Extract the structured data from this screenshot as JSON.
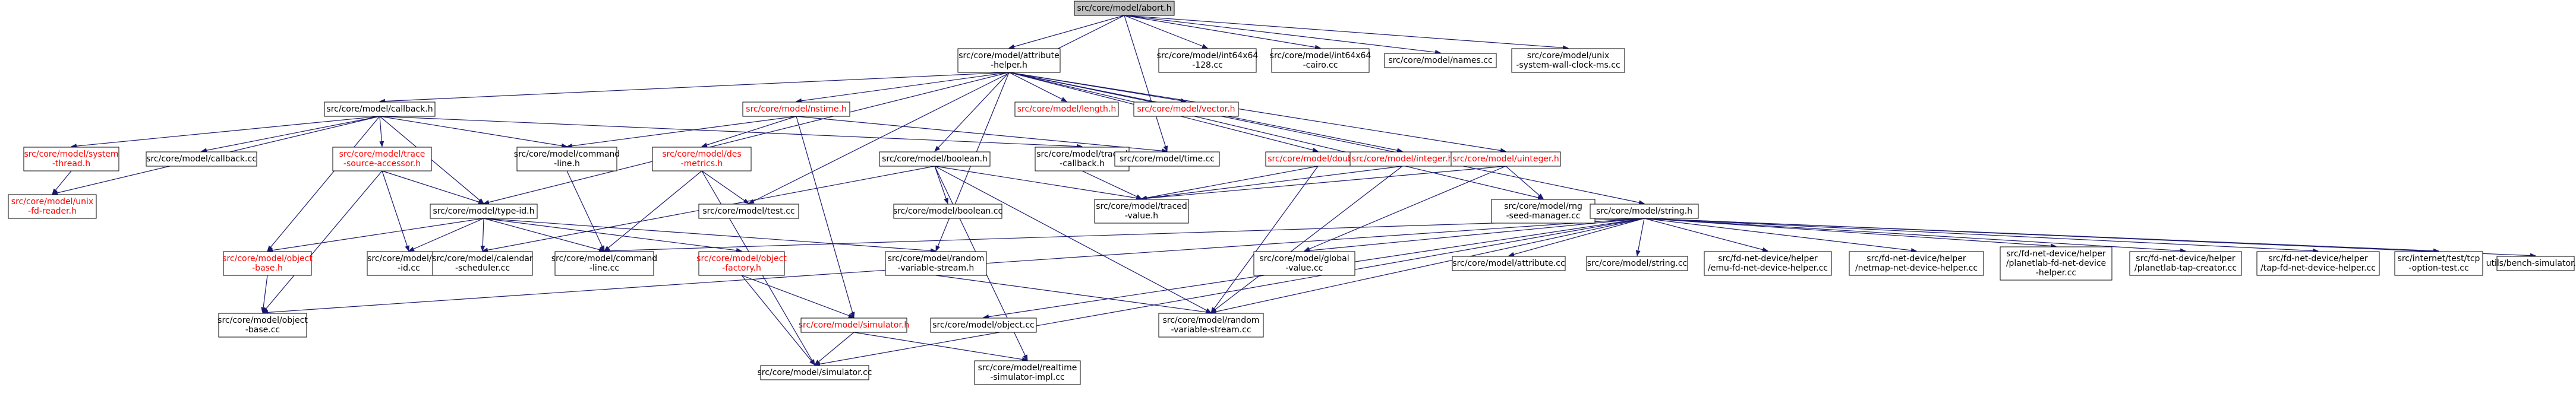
{
  "colors": {
    "edge": "#191970",
    "text_default": "#000000",
    "text_red": "#ff0000",
    "root_fill": "#bfbfbf",
    "node_fill": "#ffffff",
    "border": "#000000"
  },
  "nodes": [
    {
      "id": "abort",
      "lines": [
        "src/core/model/abort.h"
      ],
      "style": "root"
    },
    {
      "id": "attribute_helper",
      "lines": [
        "src/core/model/attribute",
        "-helper.h"
      ],
      "style": "normal"
    },
    {
      "id": "int64x64_128",
      "lines": [
        "src/core/model/int64x64",
        "-128.cc"
      ],
      "style": "normal"
    },
    {
      "id": "int64x64_cairo",
      "lines": [
        "src/core/model/int64x64",
        "-cairo.cc"
      ],
      "style": "normal"
    },
    {
      "id": "names_cc",
      "lines": [
        "src/core/model/names.cc"
      ],
      "style": "normal"
    },
    {
      "id": "unix_wall_clock",
      "lines": [
        "src/core/model/unix",
        "-system-wall-clock-ms.cc"
      ],
      "style": "normal"
    },
    {
      "id": "callback_h",
      "lines": [
        "src/core/model/callback.h"
      ],
      "style": "normal"
    },
    {
      "id": "nstime_h",
      "lines": [
        "src/core/model/nstime.h"
      ],
      "style": "red"
    },
    {
      "id": "length_h",
      "lines": [
        "src/core/model/length.h"
      ],
      "style": "red"
    },
    {
      "id": "vector_h",
      "lines": [
        "src/core/model/vector.h"
      ],
      "style": "red"
    },
    {
      "id": "system_thread",
      "lines": [
        "src/core/model/system",
        "-thread.h"
      ],
      "style": "red"
    },
    {
      "id": "callback_cc",
      "lines": [
        "src/core/model/callback.cc"
      ],
      "style": "normal"
    },
    {
      "id": "trace_source_accessor",
      "lines": [
        "src/core/model/trace",
        "-source-accessor.h"
      ],
      "style": "red"
    },
    {
      "id": "command_line_h",
      "lines": [
        "src/core/model/command",
        "-line.h"
      ],
      "style": "normal"
    },
    {
      "id": "des_metrics",
      "lines": [
        "src/core/model/des",
        "-metrics.h"
      ],
      "style": "red"
    },
    {
      "id": "boolean_h",
      "lines": [
        "src/core/model/boolean.h"
      ],
      "style": "normal"
    },
    {
      "id": "traced_callback",
      "lines": [
        "src/core/model/traced",
        "-callback.h"
      ],
      "style": "normal"
    },
    {
      "id": "time_cc",
      "lines": [
        "src/core/model/time.cc"
      ],
      "style": "normal"
    },
    {
      "id": "double_h",
      "lines": [
        "src/core/model/double.h"
      ],
      "style": "red"
    },
    {
      "id": "integer_h",
      "lines": [
        "src/core/model/integer.h"
      ],
      "style": "red"
    },
    {
      "id": "uinteger_h",
      "lines": [
        "src/core/model/uinteger.h"
      ],
      "style": "red"
    },
    {
      "id": "unix_fd_reader",
      "lines": [
        "src/core/model/unix",
        "-fd-reader.h"
      ],
      "style": "red"
    },
    {
      "id": "type_id_h",
      "lines": [
        "src/core/model/type-id.h"
      ],
      "style": "normal"
    },
    {
      "id": "test_cc",
      "lines": [
        "src/core/model/test.cc"
      ],
      "style": "normal"
    },
    {
      "id": "boolean_cc",
      "lines": [
        "src/core/model/boolean.cc"
      ],
      "style": "normal"
    },
    {
      "id": "traced_value",
      "lines": [
        "src/core/model/traced",
        "-value.h"
      ],
      "style": "normal"
    },
    {
      "id": "rng_seed_manager",
      "lines": [
        "src/core/model/rng",
        "-seed-manager.cc"
      ],
      "style": "normal"
    },
    {
      "id": "string_h",
      "lines": [
        "src/core/model/string.h"
      ],
      "style": "normal"
    },
    {
      "id": "object_base_h",
      "lines": [
        "src/core/model/object",
        "-base.h"
      ],
      "style": "red"
    },
    {
      "id": "type_id_cc",
      "lines": [
        "src/core/model/type",
        "-id.cc"
      ],
      "style": "normal"
    },
    {
      "id": "calendar_scheduler",
      "lines": [
        "src/core/model/calendar",
        "-scheduler.cc"
      ],
      "style": "normal"
    },
    {
      "id": "command_line_cc",
      "lines": [
        "src/core/model/command",
        "-line.cc"
      ],
      "style": "normal"
    },
    {
      "id": "object_factory",
      "lines": [
        "src/core/model/object",
        "-factory.h"
      ],
      "style": "red"
    },
    {
      "id": "random_variable_stream_h",
      "lines": [
        "src/core/model/random",
        "-variable-stream.h"
      ],
      "style": "normal"
    },
    {
      "id": "global_value",
      "lines": [
        "src/core/model/global",
        "-value.cc"
      ],
      "style": "normal"
    },
    {
      "id": "attribute_cc",
      "lines": [
        "src/core/model/attribute.cc"
      ],
      "style": "normal"
    },
    {
      "id": "string_cc",
      "lines": [
        "src/core/model/string.cc"
      ],
      "style": "normal"
    },
    {
      "id": "emu_fd",
      "lines": [
        "src/fd-net-device/helper",
        "/emu-fd-net-device-helper.cc"
      ],
      "style": "normal"
    },
    {
      "id": "netmap_fd",
      "lines": [
        "src/fd-net-device/helper",
        "/netmap-net-device-helper.cc"
      ],
      "style": "normal"
    },
    {
      "id": "planetlab_fd",
      "lines": [
        "src/fd-net-device/helper",
        "/planetlab-fd-net-device",
        "-helper.cc"
      ],
      "style": "normal"
    },
    {
      "id": "planetlab_tap",
      "lines": [
        "src/fd-net-device/helper",
        "/planetlab-tap-creator.cc"
      ],
      "style": "normal"
    },
    {
      "id": "tap_fd",
      "lines": [
        "src/fd-net-device/helper",
        "/tap-fd-net-device-helper.cc"
      ],
      "style": "normal"
    },
    {
      "id": "tcp_option_test",
      "lines": [
        "src/internet/test/tcp",
        "-option-test.cc"
      ],
      "style": "normal"
    },
    {
      "id": "bench_simulator",
      "lines": [
        "utils/bench-simulator.cc"
      ],
      "style": "normal"
    },
    {
      "id": "object_base_cc",
      "lines": [
        "src/core/model/object",
        "-base.cc"
      ],
      "style": "normal"
    },
    {
      "id": "simulator_h",
      "lines": [
        "src/core/model/simulator.h"
      ],
      "style": "red"
    },
    {
      "id": "object_cc",
      "lines": [
        "src/core/model/object.cc"
      ],
      "style": "normal"
    },
    {
      "id": "random_variable_stream_cc",
      "lines": [
        "src/core/model/random",
        "-variable-stream.cc"
      ],
      "style": "normal"
    },
    {
      "id": "simulator_cc",
      "lines": [
        "src/core/model/simulator.cc"
      ],
      "style": "normal"
    },
    {
      "id": "realtime_sim_impl",
      "lines": [
        "src/core/model/realtime",
        "-simulator-impl.cc"
      ],
      "style": "normal"
    }
  ],
  "edges": [
    [
      "abort",
      "attribute_helper"
    ],
    [
      "abort",
      "int64x64_128"
    ],
    [
      "abort",
      "int64x64_cairo"
    ],
    [
      "abort",
      "names_cc"
    ],
    [
      "abort",
      "unix_wall_clock"
    ],
    [
      "abort",
      "test_cc"
    ],
    [
      "abort",
      "time_cc"
    ],
    [
      "attribute_helper",
      "callback_h"
    ],
    [
      "attribute_helper",
      "nstime_h"
    ],
    [
      "attribute_helper",
      "length_h"
    ],
    [
      "attribute_helper",
      "vector_h"
    ],
    [
      "attribute_helper",
      "boolean_h"
    ],
    [
      "attribute_helper",
      "double_h"
    ],
    [
      "attribute_helper",
      "integer_h"
    ],
    [
      "attribute_helper",
      "uinteger_h"
    ],
    [
      "attribute_helper",
      "string_h"
    ],
    [
      "attribute_helper",
      "type_id_h"
    ],
    [
      "attribute_helper",
      "random_variable_stream_h"
    ],
    [
      "attribute_helper",
      "rng_seed_manager"
    ],
    [
      "callback_h",
      "system_thread"
    ],
    [
      "callback_h",
      "callback_cc"
    ],
    [
      "callback_h",
      "trace_source_accessor"
    ],
    [
      "callback_h",
      "command_line_h"
    ],
    [
      "callback_h",
      "traced_callback"
    ],
    [
      "callback_h",
      "unix_fd_reader"
    ],
    [
      "callback_h",
      "type_id_h"
    ],
    [
      "callback_h",
      "object_base_h"
    ],
    [
      "system_thread",
      "unix_fd_reader"
    ],
    [
      "nstime_h",
      "command_line_h"
    ],
    [
      "nstime_h",
      "des_metrics"
    ],
    [
      "nstime_h",
      "time_cc"
    ],
    [
      "nstime_h",
      "simulator_h"
    ],
    [
      "trace_source_accessor",
      "type_id_h"
    ],
    [
      "trace_source_accessor",
      "type_id_cc"
    ],
    [
      "trace_source_accessor",
      "object_base_cc"
    ],
    [
      "command_line_h",
      "command_line_cc"
    ],
    [
      "des_metrics",
      "test_cc"
    ],
    [
      "des_metrics",
      "command_line_cc"
    ],
    [
      "des_metrics",
      "simulator_cc"
    ],
    [
      "boolean_h",
      "boolean_cc"
    ],
    [
      "boolean_h",
      "traced_value"
    ],
    [
      "boolean_h",
      "calendar_scheduler"
    ],
    [
      "boolean_h",
      "random_variable_stream_cc"
    ],
    [
      "boolean_h",
      "realtime_sim_impl"
    ],
    [
      "traced_callback",
      "traced_value"
    ],
    [
      "double_h",
      "traced_value"
    ],
    [
      "double_h",
      "random_variable_stream_cc"
    ],
    [
      "integer_h",
      "traced_value"
    ],
    [
      "integer_h",
      "random_variable_stream_cc"
    ],
    [
      "uinteger_h",
      "traced_value"
    ],
    [
      "uinteger_h",
      "rng_seed_manager"
    ],
    [
      "uinteger_h",
      "global_value"
    ],
    [
      "type_id_h",
      "object_base_h"
    ],
    [
      "type_id_h",
      "type_id_cc"
    ],
    [
      "type_id_h",
      "calendar_scheduler"
    ],
    [
      "type_id_h",
      "command_line_cc"
    ],
    [
      "type_id_h",
      "object_factory"
    ],
    [
      "type_id_h",
      "random_variable_stream_h"
    ],
    [
      "object_base_h",
      "object_base_cc"
    ],
    [
      "object_factory",
      "simulator_h"
    ],
    [
      "object_factory",
      "simulator_cc"
    ],
    [
      "random_variable_stream_h",
      "random_variable_stream_cc"
    ],
    [
      "simulator_h",
      "simulator_cc"
    ],
    [
      "simulator_h",
      "realtime_sim_impl"
    ],
    [
      "string_h",
      "global_value"
    ],
    [
      "string_h",
      "attribute_cc"
    ],
    [
      "string_h",
      "string_cc"
    ],
    [
      "string_h",
      "emu_fd"
    ],
    [
      "string_h",
      "netmap_fd"
    ],
    [
      "string_h",
      "planetlab_fd"
    ],
    [
      "string_h",
      "planetlab_tap"
    ],
    [
      "string_h",
      "tap_fd"
    ],
    [
      "string_h",
      "tcp_option_test"
    ],
    [
      "string_h",
      "bench_simulator"
    ],
    [
      "string_h",
      "object_cc"
    ],
    [
      "string_h",
      "random_variable_stream_cc"
    ],
    [
      "string_h",
      "simulator_cc"
    ],
    [
      "string_h",
      "command_line_cc"
    ],
    [
      "string_h",
      "object_base_cc"
    ]
  ]
}
